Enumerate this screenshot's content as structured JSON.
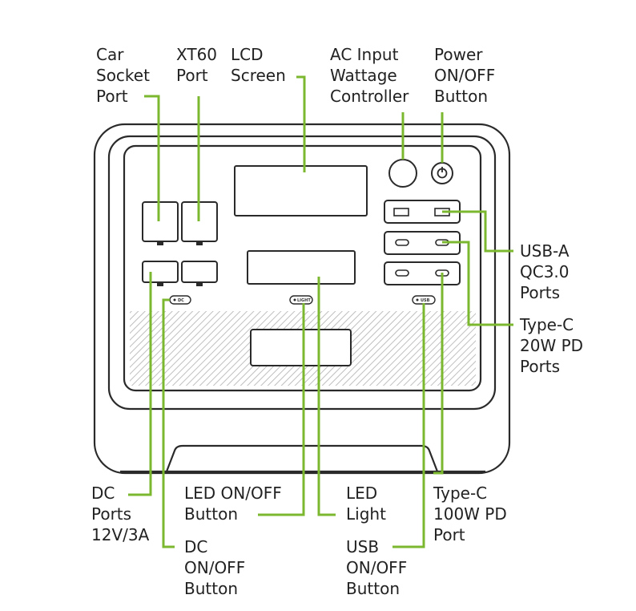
{
  "colors": {
    "leader": "#7cb82f",
    "outline": "#2a2a2a",
    "text": "#222222",
    "vent": "#bfbfbf"
  },
  "labels": {
    "car_socket": [
      "Car",
      "Socket",
      "Port"
    ],
    "xt60": [
      "XT60",
      "Port"
    ],
    "lcd": [
      "LCD",
      "Screen"
    ],
    "ac_input": [
      "AC Input",
      "Wattage",
      "Controller"
    ],
    "power": [
      "Power",
      "ON/OFF",
      "Button"
    ],
    "usb_a": [
      "USB-A",
      "QC3.0",
      "Ports"
    ],
    "type_c_20w": [
      "Type-C",
      "20W PD",
      "Ports"
    ],
    "dc_ports": [
      "DC",
      "Ports",
      "12V/3A"
    ],
    "dc_onoff": [
      "DC",
      "ON/OFF",
      "Button"
    ],
    "led_onoff": [
      "LED ON/OFF",
      "Button"
    ],
    "led_light": [
      "LED",
      "Light"
    ],
    "usb_onoff": [
      "USB",
      "ON/OFF",
      "Button"
    ],
    "type_c_100w": [
      "Type-C",
      "100W PD",
      "Port"
    ]
  },
  "buttons": {
    "dc": "DC",
    "light": "LIGHT",
    "usb": "USB"
  }
}
